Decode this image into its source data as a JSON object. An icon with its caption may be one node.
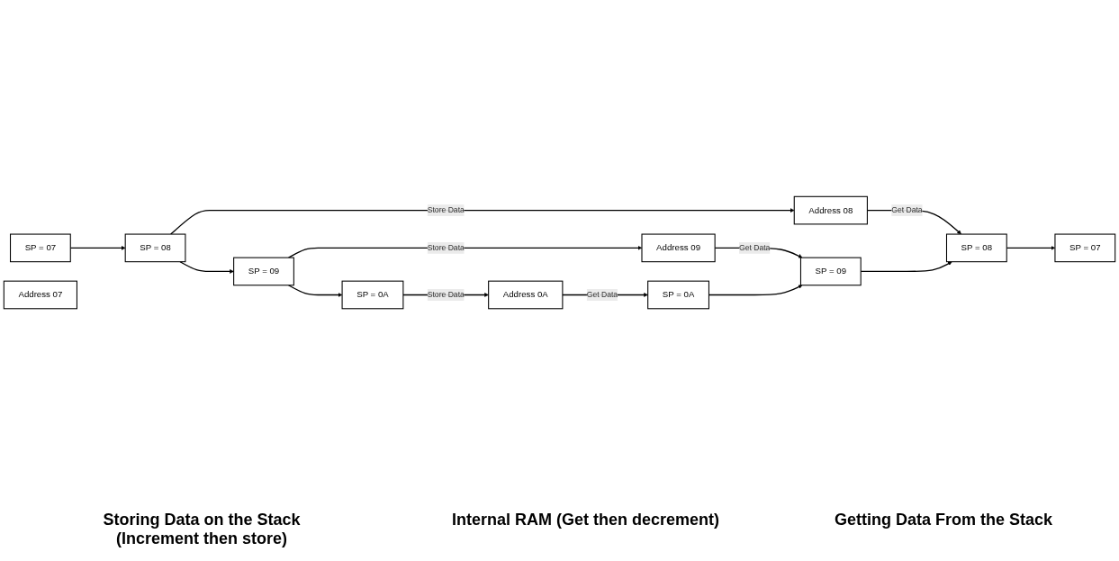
{
  "diagram": {
    "nodes": [
      {
        "text": [
          "SP = 0A"
        ]
      },
      {
        "text": [
          "SP = 09"
        ]
      },
      {
        "text": [
          "SP = 08"
        ]
      },
      {
        "text": [
          "SP = 07"
        ]
      },
      {
        "text": [
          "Address 0A"
        ]
      },
      {
        "text": [
          "Address 09"
        ]
      },
      {
        "text": [
          "Address 08"
        ]
      },
      {
        "text": [
          "Address 07"
        ]
      },
      {
        "text": [
          "SP = 0A"
        ]
      },
      {
        "text": [
          "SP = 09"
        ]
      },
      {
        "text": [
          "SP = 08"
        ]
      },
      {
        "text": [
          "SP = 07"
        ]
      }
    ],
    "edges": [
      {
        "from": 3,
        "to": 2,
        "arrow": "to"
      },
      {
        "from": 2,
        "to": 1,
        "arrow": "to"
      },
      {
        "from": 1,
        "to": 0,
        "arrow": "to"
      },
      {
        "from": 0,
        "to": 4,
        "arrow": "to",
        "label": "Store Data"
      },
      {
        "from": 1,
        "to": 5,
        "arrow": "to",
        "label": "Store Data"
      },
      {
        "from": 2,
        "to": 6,
        "arrow": "to",
        "label": "Store Data"
      },
      {
        "from": 4,
        "to": 8,
        "arrow": "to",
        "label": "Get Data"
      },
      {
        "from": 5,
        "to": 9,
        "arrow": "to",
        "label": "Get Data"
      },
      {
        "from": 6,
        "to": 10,
        "arrow": "to",
        "label": "Get Data"
      },
      {
        "from": 8,
        "to": 9,
        "arrow": "to"
      },
      {
        "from": 9,
        "to": 10,
        "arrow": "to"
      },
      {
        "from": 10,
        "to": 11,
        "arrow": "to"
      }
    ],
    "labels": [
      "Storing Data on the Stack (Increment then store)",
      "Internal RAM (Get then decrement)",
      "Getting Data From the Stack"
    ]
  }
}
